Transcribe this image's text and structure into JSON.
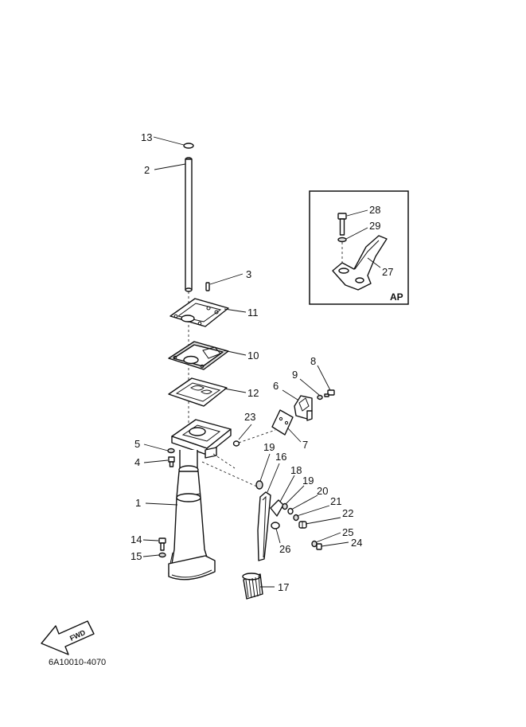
{
  "callouts": [
    {
      "id": "13",
      "label": "13"
    },
    {
      "id": "2",
      "label": "2"
    },
    {
      "id": "3",
      "label": "3"
    },
    {
      "id": "11",
      "label": "11"
    },
    {
      "id": "10",
      "label": "10"
    },
    {
      "id": "12",
      "label": "12"
    },
    {
      "id": "8",
      "label": "8"
    },
    {
      "id": "9",
      "label": "9"
    },
    {
      "id": "6",
      "label": "6"
    },
    {
      "id": "23",
      "label": "23"
    },
    {
      "id": "7",
      "label": "7"
    },
    {
      "id": "5",
      "label": "5"
    },
    {
      "id": "4",
      "label": "4"
    },
    {
      "id": "19a",
      "label": "19"
    },
    {
      "id": "16",
      "label": "16"
    },
    {
      "id": "18",
      "label": "18"
    },
    {
      "id": "19b",
      "label": "19"
    },
    {
      "id": "20",
      "label": "20"
    },
    {
      "id": "21",
      "label": "21"
    },
    {
      "id": "22",
      "label": "22"
    },
    {
      "id": "1",
      "label": "1"
    },
    {
      "id": "25",
      "label": "25"
    },
    {
      "id": "24",
      "label": "24"
    },
    {
      "id": "26",
      "label": "26"
    },
    {
      "id": "14",
      "label": "14"
    },
    {
      "id": "15",
      "label": "15"
    },
    {
      "id": "17",
      "label": "17"
    },
    {
      "id": "28",
      "label": "28"
    },
    {
      "id": "29",
      "label": "29"
    },
    {
      "id": "27",
      "label": "27"
    }
  ],
  "inset": {
    "label": "AP"
  },
  "direction_marker": {
    "label": "FWD"
  },
  "diagram_code": "6A10010-4070"
}
